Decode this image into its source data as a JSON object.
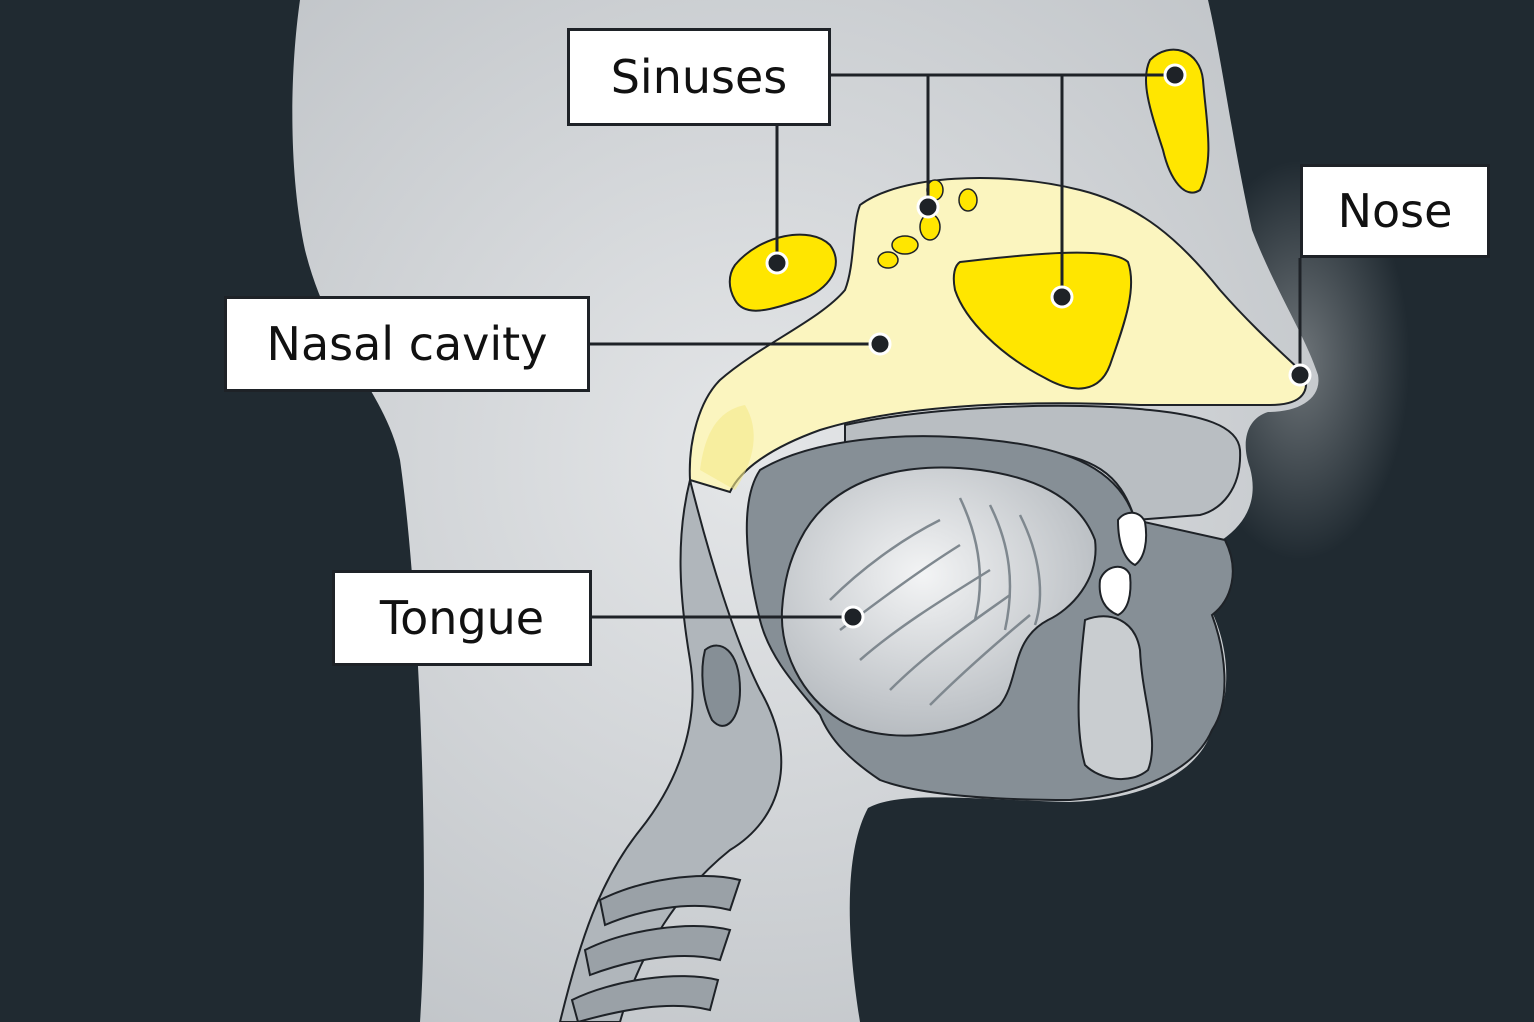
{
  "labels": {
    "sinuses": "Sinuses",
    "nose": "Nose",
    "nasal_cavity": "Nasal cavity",
    "tongue": "Tongue"
  },
  "colors": {
    "background": "#202a31",
    "head": "#d3d6d9",
    "sinus_yellow": "#ffe600",
    "nasal_cavity_yellow": "#fbf5bf",
    "tissue_gray": "#868f96",
    "label_border": "#1e2227"
  }
}
